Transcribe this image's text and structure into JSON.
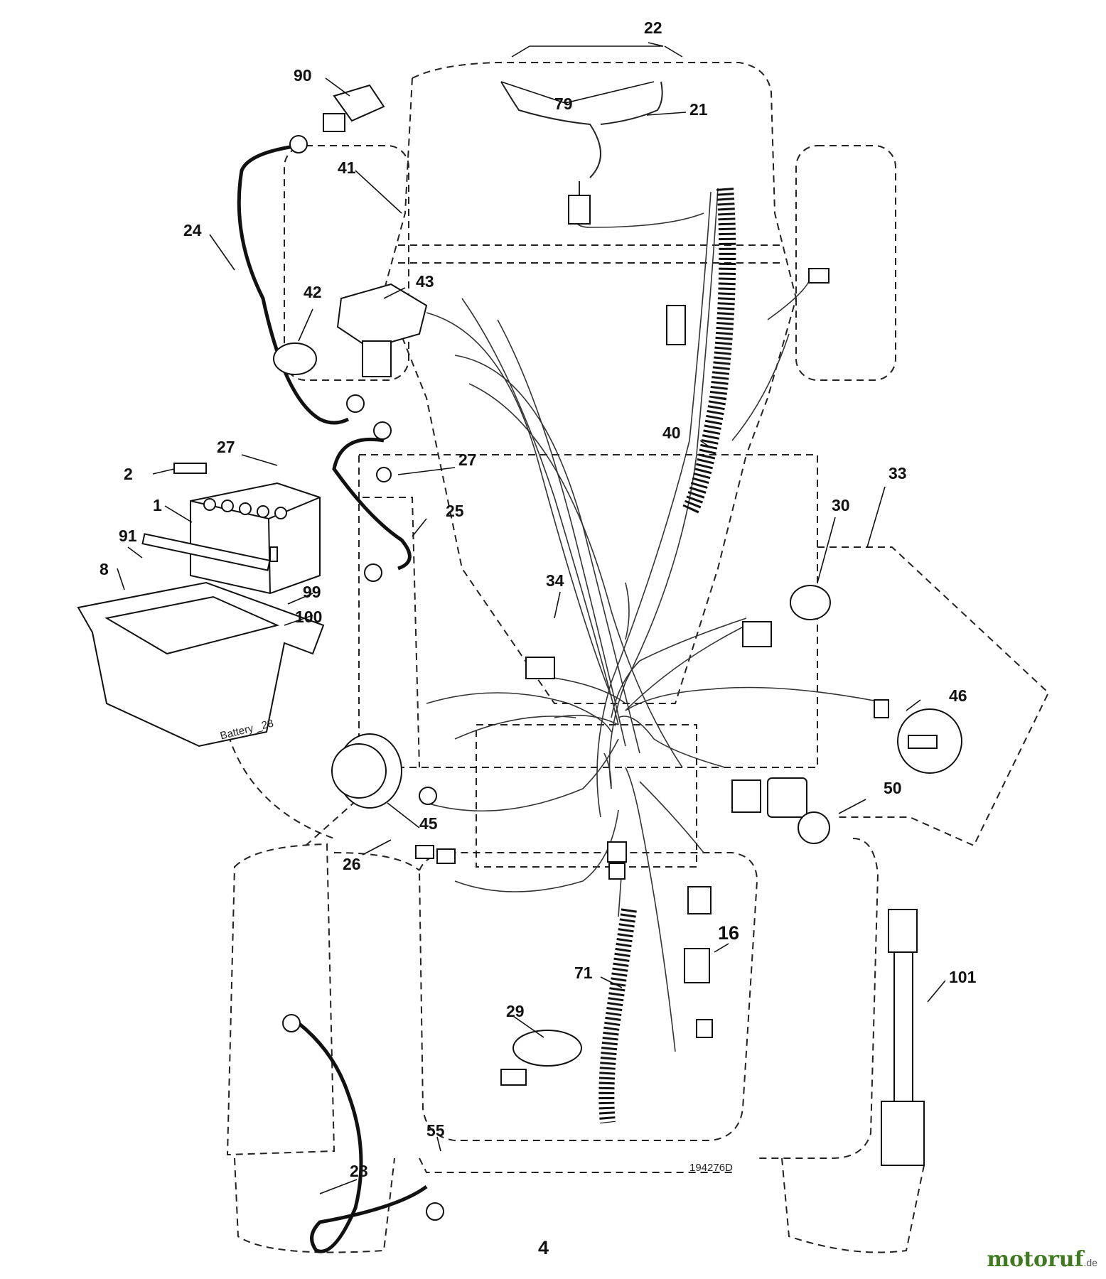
{
  "callouts": [
    {
      "id": "22",
      "text": "22"
    },
    {
      "id": "90",
      "text": "90"
    },
    {
      "id": "79",
      "text": "79"
    },
    {
      "id": "21",
      "text": "21"
    },
    {
      "id": "41",
      "text": "41"
    },
    {
      "id": "24",
      "text": "24"
    },
    {
      "id": "42",
      "text": "42"
    },
    {
      "id": "43",
      "text": "43"
    },
    {
      "id": "40",
      "text": "40"
    },
    {
      "id": "27a",
      "text": "27"
    },
    {
      "id": "2",
      "text": "2"
    },
    {
      "id": "27b",
      "text": "27"
    },
    {
      "id": "1",
      "text": "1"
    },
    {
      "id": "25",
      "text": "25"
    },
    {
      "id": "33",
      "text": "33"
    },
    {
      "id": "30",
      "text": "30"
    },
    {
      "id": "91",
      "text": "91"
    },
    {
      "id": "8",
      "text": "8"
    },
    {
      "id": "34",
      "text": "34"
    },
    {
      "id": "99",
      "text": "99"
    },
    {
      "id": "100",
      "text": "100"
    },
    {
      "id": "46",
      "text": "46"
    },
    {
      "id": "50",
      "text": "50"
    },
    {
      "id": "45",
      "text": "45"
    },
    {
      "id": "26",
      "text": "26"
    },
    {
      "id": "16",
      "text": "16"
    },
    {
      "id": "101",
      "text": "101"
    },
    {
      "id": "71",
      "text": "71"
    },
    {
      "id": "29",
      "text": "29"
    },
    {
      "id": "55",
      "text": "55"
    },
    {
      "id": "28",
      "text": "28"
    }
  ],
  "battery_label": "Battery _28",
  "drawing_number": "194276D",
  "page_number": "4",
  "watermark": {
    "brand": "motoruf",
    "tld": ".de"
  }
}
